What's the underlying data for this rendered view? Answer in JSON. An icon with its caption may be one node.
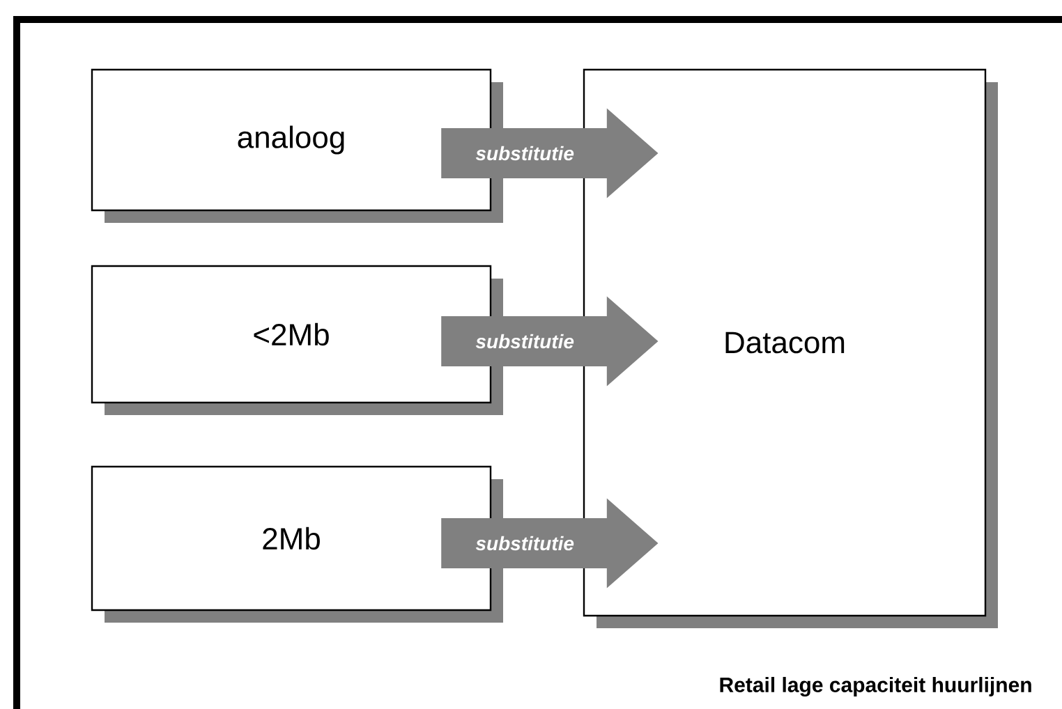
{
  "diagram": {
    "caption": "Retail lage capaciteit huurlijnen",
    "nodes": [
      {
        "text": [
          "analoog"
        ]
      },
      {
        "text": [
          "<2Mb"
        ]
      },
      {
        "text": [
          "2Mb"
        ]
      },
      {
        "text": [
          "Datacom"
        ]
      }
    ],
    "edges": [
      {
        "from": 0,
        "to": 3,
        "arrow": "to",
        "label": "substitutie"
      },
      {
        "from": 1,
        "to": 3,
        "arrow": "to",
        "label": "substitutie"
      },
      {
        "from": 2,
        "to": 3,
        "arrow": "to",
        "label": "substitutie"
      }
    ]
  }
}
